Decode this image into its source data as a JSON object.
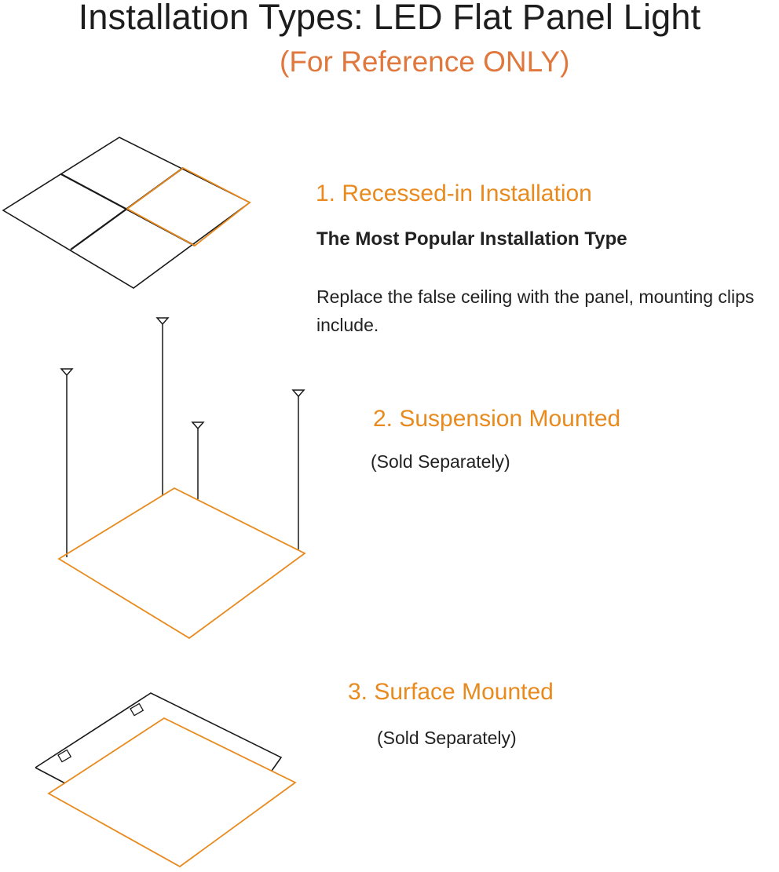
{
  "title": "Installation Types: LED Flat Panel Light",
  "subtitle": "(For Reference ONLY)",
  "colors": {
    "accent_orange": "#e88a1d",
    "subtitle_orange": "#e0773c",
    "line_black": "#1a1a1a",
    "text_dark": "#222222"
  },
  "sections": [
    {
      "heading": "1. Recessed-in Installation",
      "subheading": "The Most Popular Installation Type",
      "description": "Replace the false ceiling with the panel, mounting clips include.",
      "illustration": "recessed-ceiling-grid-icon"
    },
    {
      "heading": "2. Suspension Mounted",
      "note": "(Sold Separately)",
      "illustration": "suspended-panel-icon"
    },
    {
      "heading": "3. Surface Mounted",
      "note": "(Sold Separately)",
      "illustration": "surface-frame-panel-icon"
    }
  ]
}
